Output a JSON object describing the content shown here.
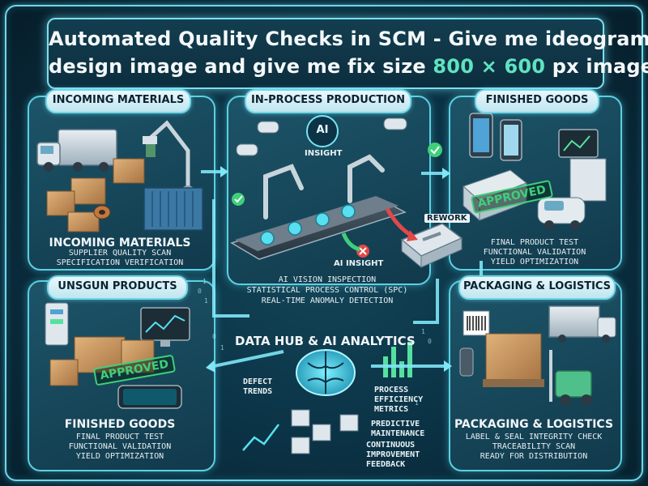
{
  "title": {
    "line1": "Automated Quality Checks in SCM - Give me ideogram",
    "line2_prefix": "design image and give me fix size ",
    "line2_highlight": "800 × 600",
    "line2_suffix": " px image"
  },
  "panels": {
    "incoming": {
      "header": "INCOMING MATERIALS",
      "caption_title": "INCOMING MATERIALS",
      "caption_lines": [
        "SUPPLIER QUALITY SCAN",
        "SPECIFICATION VERIFICATION"
      ]
    },
    "inprocess": {
      "header": "IN-PROCESS PRODUCTION",
      "ai_badge": "AI",
      "ai_badge_caption": "INSIGHT",
      "ai_insight_label": "AI INSIGHT",
      "rework_label": "REWORK",
      "caption_lines": [
        "AI VISION INSPECTION",
        "STATISTICAL PROCESS CONTROL (SPC)",
        "REAL-TIME ANOMALY DETECTION"
      ]
    },
    "finished_top": {
      "header": "FINISHED GOODS",
      "stamp": "APPROVED",
      "caption_lines": [
        "FINAL PRODUCT TEST",
        "FUNCTIONAL VALIDATION",
        "YIELD OPTIMIZATION"
      ]
    },
    "unsgun": {
      "header": "UNSGUN PRODUCTS",
      "stamp": "APPROVED",
      "caption_title": "FINISHED GOODS",
      "caption_lines": [
        "FINAL PRODUCT TEST",
        "FUNCTIONAL VALIDATION",
        "YIELD OPTIMIZATION"
      ]
    },
    "packaging": {
      "header": "PACKAGING & LOGISTICS",
      "caption_title": "PACKAGING & LOGISTICS",
      "caption_lines": [
        "LABEL & SEAL INTEGRITY CHECK",
        "TRACEABILITY SCAN",
        "READY FOR DISTRIBUTION"
      ]
    }
  },
  "hub": {
    "title": "DATA HUB & AI ANALYTICS",
    "defect_trends": [
      "DEFECT",
      "TRENDS"
    ],
    "process_metrics": [
      "PROCESS",
      "EFFICIENCY",
      "METRICS"
    ],
    "predictive": [
      "PREDICTIVE",
      "MAINTENANCE"
    ],
    "continuous": [
      "CONTINUOUS",
      "IMPROVEMENT",
      "FEEDBACK"
    ]
  },
  "colors": {
    "frame": "#6fd6e8",
    "panel": "#1a4d60",
    "approved": "#3fcf7a",
    "reject": "#e24848",
    "highlight": "#5fe3c0",
    "box": "#c99760"
  }
}
